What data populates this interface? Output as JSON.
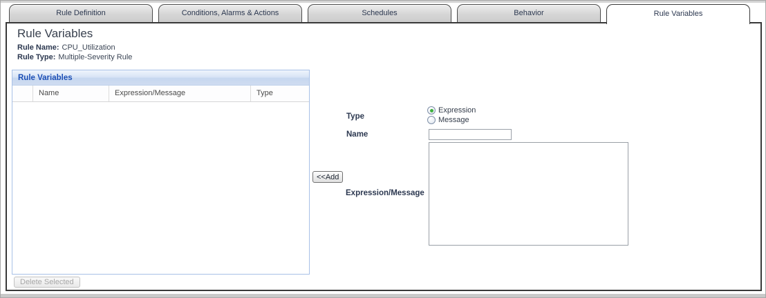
{
  "tabs": [
    {
      "label": "Rule Definition",
      "active": false
    },
    {
      "label": "Conditions, Alarms & Actions",
      "active": false
    },
    {
      "label": "Schedules",
      "active": false
    },
    {
      "label": "Behavior",
      "active": false
    },
    {
      "label": "Rule Variables",
      "active": true
    }
  ],
  "header": {
    "title": "Rule Variables",
    "rule_name_label": "Rule Name:",
    "rule_name_value": "CPU_Utilization",
    "rule_type_label": "Rule Type:",
    "rule_type_value": "Multiple-Severity Rule"
  },
  "variables_panel": {
    "title": "Rule Variables",
    "columns": [
      "",
      "Name",
      "Expression/Message",
      "Type"
    ],
    "rows": [],
    "delete_button_label": "Delete Selected"
  },
  "form": {
    "type_label": "Type",
    "type_options": [
      {
        "label": "Expression",
        "selected": true
      },
      {
        "label": "Message",
        "selected": false
      }
    ],
    "name_label": "Name",
    "name_value": "",
    "name_placeholder": "",
    "add_button_label": "<<Add",
    "expression_label": "Expression/Message",
    "expression_value": ""
  },
  "colors": {
    "accent_blue": "#1c4fb5",
    "grid_border_blue": "#a7c0e7",
    "radio_selected_green": "#3db13d",
    "text_navy": "#2c3850",
    "tab_gray": "#d6d6d6"
  }
}
